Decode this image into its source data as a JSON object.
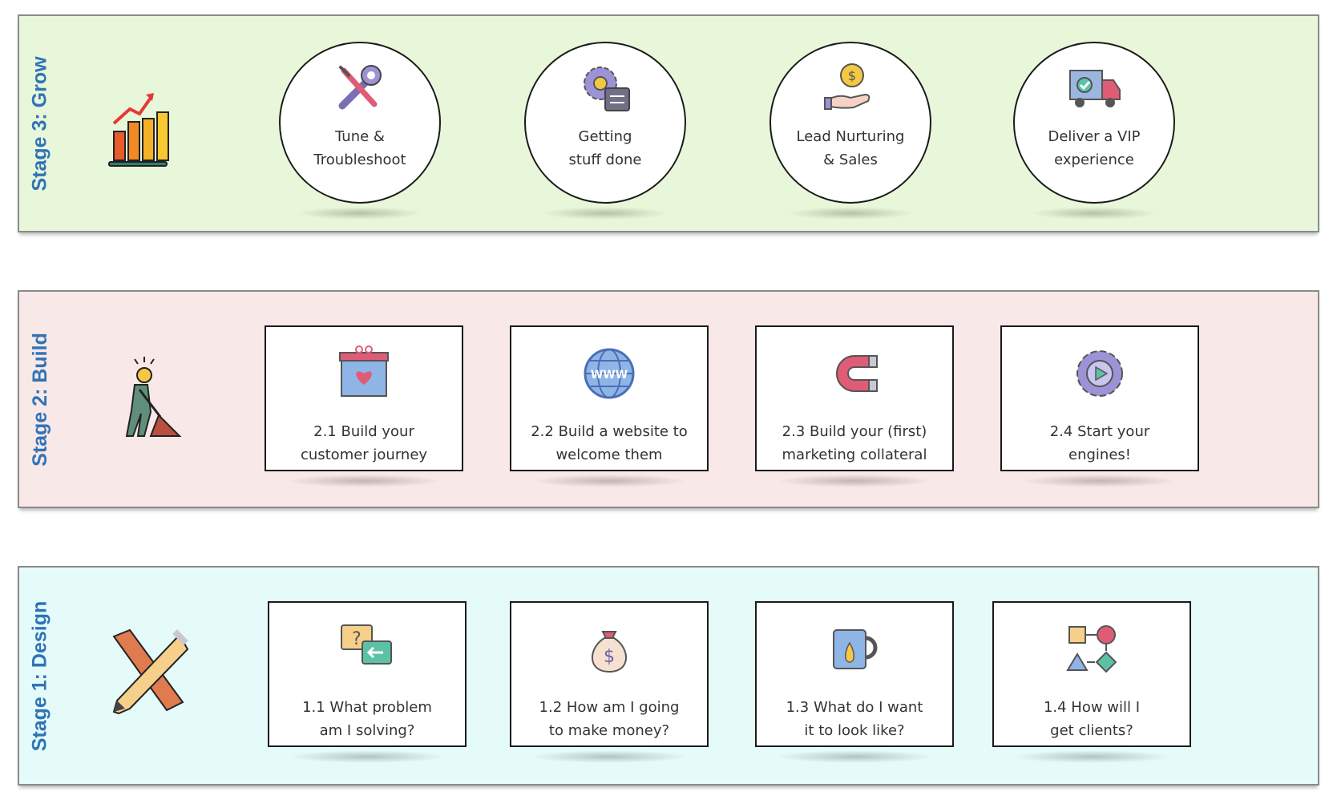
{
  "stages": {
    "grow": {
      "title": "Stage 3: Grow",
      "nodes": [
        {
          "label": "Tune &\nTroubleshoot",
          "icon": "wrench-screwdriver-icon"
        },
        {
          "label": "Getting\nstuff done",
          "icon": "gear-checklist-icon"
        },
        {
          "label": "Lead Nurturing\n& Sales",
          "icon": "hand-coin-icon"
        },
        {
          "label": "Deliver a VIP\nexperience",
          "icon": "delivery-truck-icon"
        }
      ]
    },
    "build": {
      "title": "Stage 2: Build",
      "nodes": [
        {
          "label": "2.1 Build your\ncustomer journey",
          "icon": "gift-box-icon"
        },
        {
          "label": "2.2 Build a website to\nwelcome them",
          "icon": "www-globe-icon"
        },
        {
          "label": "2.3 Build your (first)\nmarketing collateral",
          "icon": "magnet-icon"
        },
        {
          "label": "2.4 Start your\nengines!",
          "icon": "gear-play-icon"
        }
      ]
    },
    "design": {
      "title": "Stage 1: Design",
      "nodes": [
        {
          "label": "1.1 What problem\nam I solving?",
          "icon": "question-chat-icon"
        },
        {
          "label": "1.2 How am I going\nto make money?",
          "icon": "money-bag-icon"
        },
        {
          "label": "1.3 What do I want\nit to look like?",
          "icon": "mug-icon"
        },
        {
          "label": "1.4 How will I\nget clients?",
          "icon": "flowchart-shapes-icon"
        }
      ]
    }
  },
  "stage_icons": {
    "grow": "growth-chart-icon",
    "build": "digging-worker-icon",
    "design": "pencil-ruler-icon"
  },
  "colors": {
    "grow_bg": "#e8f7d9",
    "build_bg": "#f8e8e7",
    "design_bg": "#e4fbf9",
    "title": "#2f74b8"
  }
}
